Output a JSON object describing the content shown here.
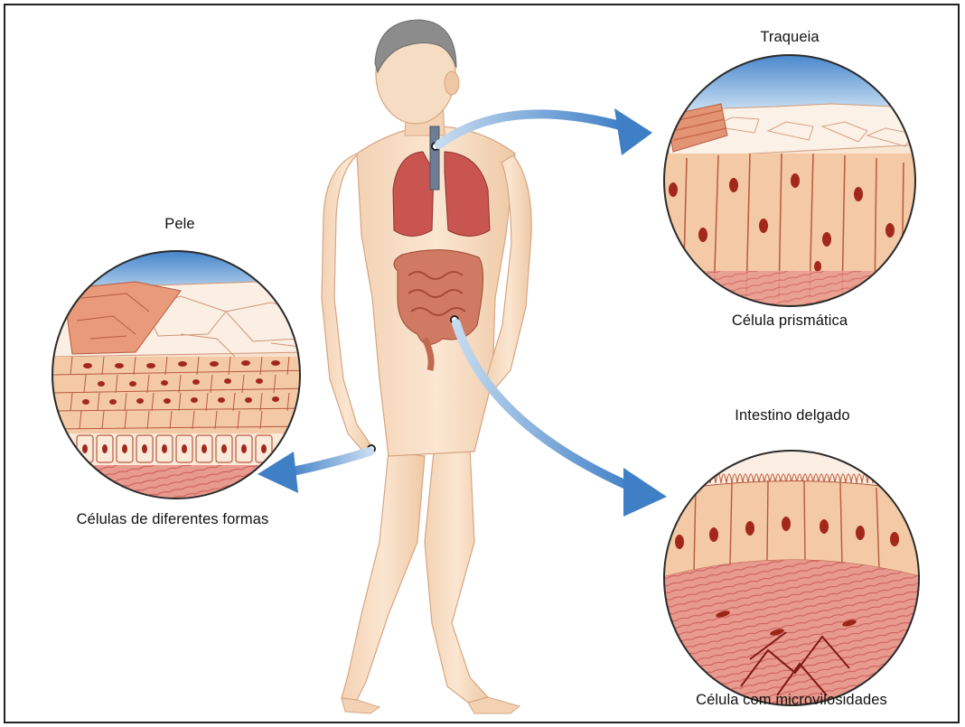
{
  "labels": {
    "traqueia": "Traqueia",
    "celula_prismatica": "Célula prismática",
    "pele": "Pele",
    "celulas_formas": "Células de diferentes formas",
    "intestino": "Intestino delgado",
    "celula_micro": "Célula com microvilosidades"
  },
  "colors": {
    "frame": "#222222",
    "arrow": "#3f7fc6",
    "skin": "#f6dcc2",
    "hair": "#8a8a8a",
    "cell_fill": "#f3c9a6",
    "cell_line": "#b85a3e",
    "nucleus": "#a3281c",
    "lung": "#c9534d",
    "sky": "#4f8fd4"
  }
}
